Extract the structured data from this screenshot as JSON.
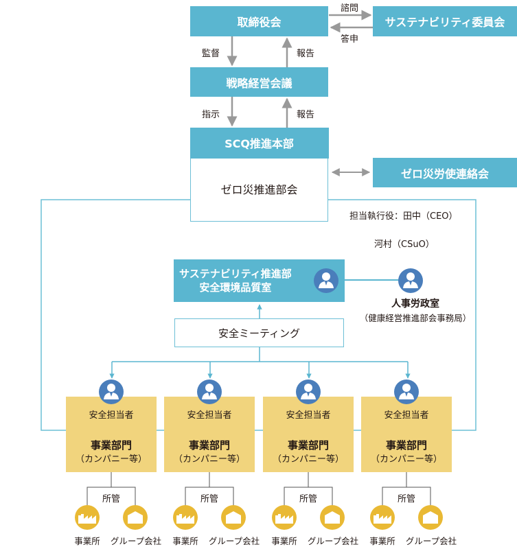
{
  "colors": {
    "blue": "#5ab6d0",
    "line_blue": "#6cbfd6",
    "person_icon": "#4a7ebb",
    "yellow_box": "#f1d47d",
    "yellow_icon": "#e9b934",
    "arrow_gray": "#999999"
  },
  "top": {
    "board": "取締役会",
    "sustainability_committee": "サステナビリティ委員会",
    "consult_label": "諮問",
    "reply_label": "答申",
    "supervise_label": "監督",
    "report_label_1": "報告",
    "strategy_meeting": "戦略経営会議",
    "instruct_label": "指示",
    "report_label_2": "報告"
  },
  "scq": {
    "header": "SCQ推進本部",
    "body": "ゼロ災推進部会",
    "labor_liaison": "ゼロ災労使連絡会",
    "exec_officer": "担当執行役：田中（CEO）",
    "exec_officer_2": "河村（CSuO）"
  },
  "middle": {
    "sustainability_dept_line1": "サステナビリティ推進部",
    "sustainability_dept_line2": "安全環境品質室",
    "hr_office": "人事労政室",
    "hr_office_sub": "（健康経営推進部会事務局）",
    "safety_meeting": "安全ミーティング"
  },
  "divisions": [
    {
      "role": "安全担当者",
      "dept": "事業部門",
      "dept_sub": "（カンパニー等）",
      "jurisdiction": "所管",
      "site_a": "事業所",
      "site_b": "グループ会社"
    },
    {
      "role": "安全担当者",
      "dept": "事業部門",
      "dept_sub": "（カンパニー等）",
      "jurisdiction": "所管",
      "site_a": "事業所",
      "site_b": "グループ会社"
    },
    {
      "role": "安全担当者",
      "dept": "事業部門",
      "dept_sub": "（カンパニー等）",
      "jurisdiction": "所管",
      "site_a": "事業所",
      "site_b": "グループ会社"
    },
    {
      "role": "安全担当者",
      "dept": "事業部門",
      "dept_sub": "（カンパニー等）",
      "jurisdiction": "所管",
      "site_a": "事業所",
      "site_b": "グループ会社"
    }
  ],
  "icons": {
    "person": "person-icon",
    "factory": "factory-icon",
    "building": "building-icon"
  }
}
